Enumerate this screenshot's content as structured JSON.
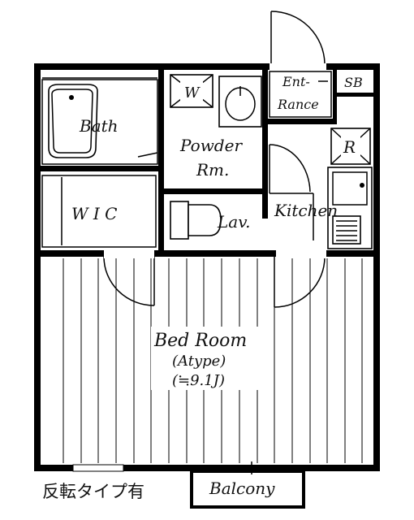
{
  "rooms": {
    "bath": "Bath",
    "washer": "W",
    "powder_line1": "Powder",
    "powder_line2": "Rm.",
    "entrance_line1": "Ent-",
    "entrance_line2": "Rance",
    "shoe_box": "SB",
    "refrigerator": "R",
    "wic": "W I C",
    "lavatory": "Lav.",
    "kitchen": "Kitchen",
    "bedroom": "Bed Room",
    "bedroom_type": "(Atype)",
    "bedroom_size": "(≒9.1J)",
    "balcony": "Balcony"
  },
  "note": "反転タイプ有"
}
